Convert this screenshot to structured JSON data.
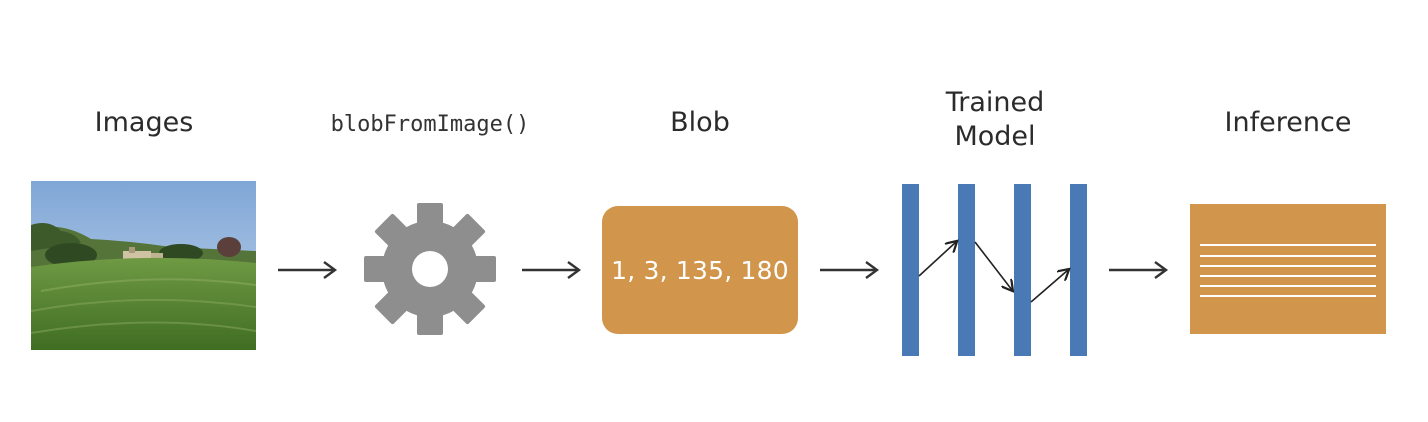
{
  "steps": {
    "images_label": "Images",
    "function_label": "blobFromImage()",
    "blob_label": "Blob",
    "model_label_line1": "Trained",
    "model_label_line2": "Model",
    "inference_label": "Inference"
  },
  "blob": {
    "shape_text": "1, 3, 135, 180"
  },
  "icons": {
    "processing": "gear-icon",
    "arrow": "right-arrow-icon",
    "model": "neural-network-layers-icon",
    "output": "text-lines-icon"
  },
  "colors": {
    "text": "#2b2b2b",
    "arrow": "#333333",
    "gear": "#8e8e8e",
    "blob_fill": "#d1954b",
    "model_bars": "#4a7ab5",
    "inference_fill": "#d1954b",
    "inference_lines": "#ffffff"
  }
}
